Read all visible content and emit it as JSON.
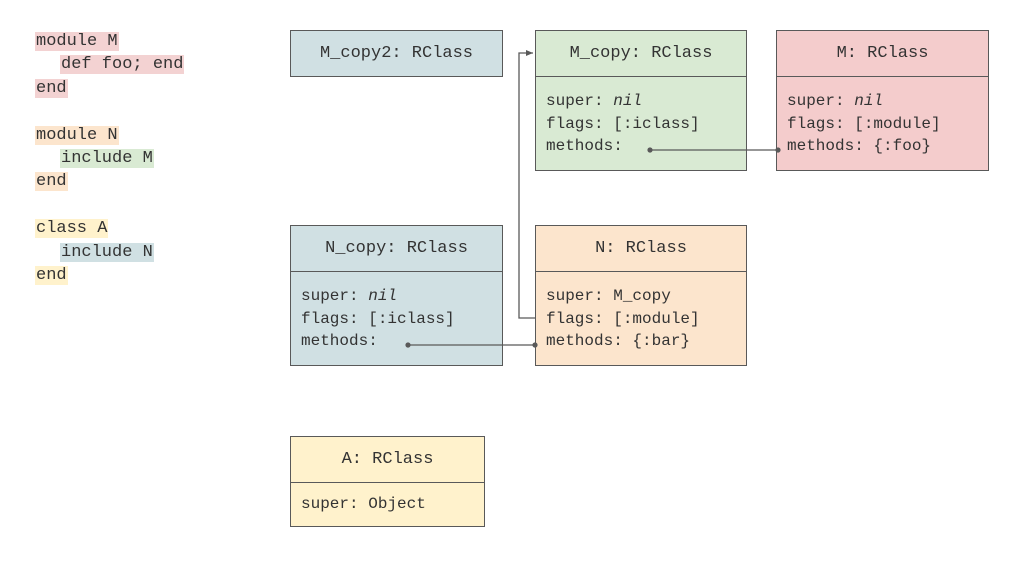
{
  "code": {
    "module_m": "module M",
    "def_foo": "def foo; end",
    "end_m": "end",
    "module_n": "module N",
    "include_m": "include M",
    "end_n": "end",
    "class_a": "class A",
    "include_n": "include N",
    "end_a": "end"
  },
  "boxes": {
    "m_copy2": {
      "title": "M_copy2: RClass"
    },
    "m_copy": {
      "title": "M_copy: RClass",
      "super_label": "super:",
      "super_value": "nil",
      "flags": "flags: [:iclass]",
      "methods": "methods:"
    },
    "m": {
      "title": "M: RClass",
      "super_label": "super:",
      "super_value": "nil",
      "flags": "flags: [:module]",
      "methods": "methods: {:foo}"
    },
    "n_copy": {
      "title": "N_copy: RClass",
      "super_label": "super:",
      "super_value": "nil",
      "flags": "flags: [:iclass]",
      "methods": "methods:"
    },
    "n": {
      "title": "N: RClass",
      "super": "super: M_copy",
      "flags": "flags: [:module]",
      "methods": "methods: {:bar}"
    },
    "a": {
      "title": "A: RClass",
      "super": "super: Object"
    }
  },
  "colors": {
    "red": "#f4cccc",
    "orange": "#fce5cd",
    "green": "#d9ead3",
    "yellow": "#fff2cc",
    "blue": "#d0e0e3",
    "line": "#595959"
  }
}
